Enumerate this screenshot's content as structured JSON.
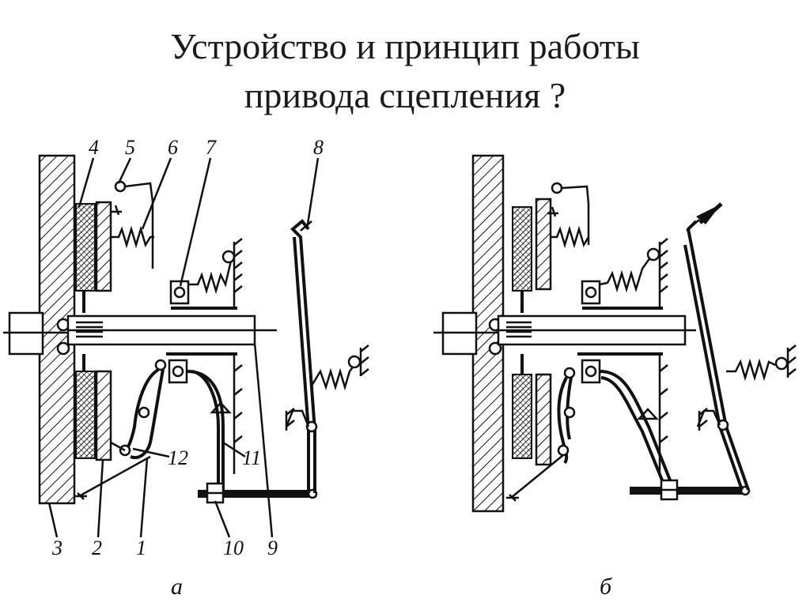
{
  "title": {
    "line1": "Устройство и принцип работы",
    "line2": "привода сцепления ?"
  },
  "diagram": {
    "labels_a": [
      "4",
      "5",
      "6",
      "7",
      "8",
      "12",
      "11",
      "3",
      "2",
      "1",
      "10",
      "9"
    ],
    "caption_a": "а",
    "caption_b": "б"
  }
}
